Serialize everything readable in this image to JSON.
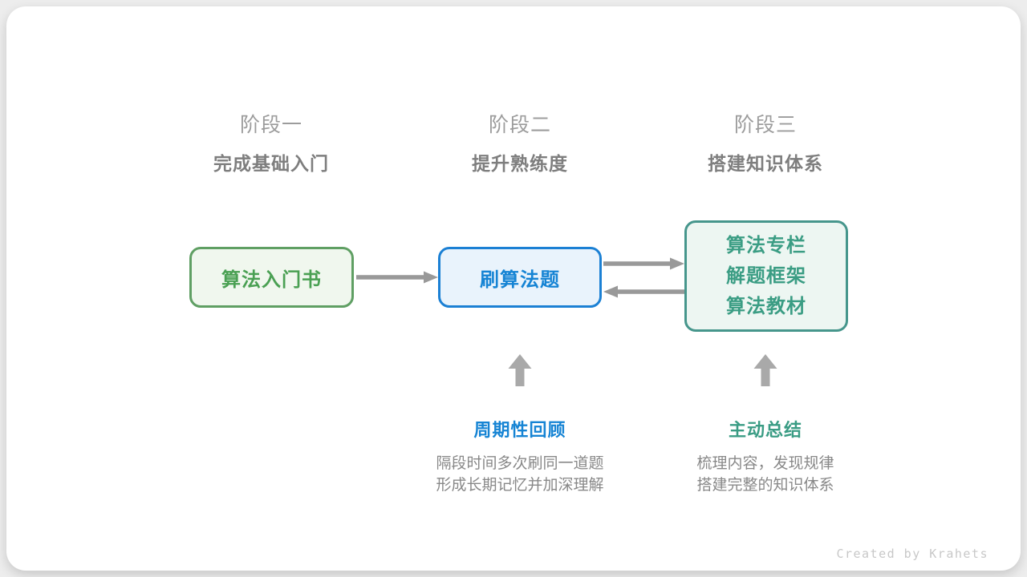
{
  "stages": [
    {
      "label": "阶段一",
      "subtitle": "完成基础入门"
    },
    {
      "label": "阶段二",
      "subtitle": "提升熟练度"
    },
    {
      "label": "阶段三",
      "subtitle": "搭建知识体系"
    }
  ],
  "boxes": [
    {
      "title": "算法入门书",
      "border_color": "#5f9f63",
      "bg_color": "#f0f7ee",
      "text_color": "#4aa053"
    },
    {
      "title": "刷算法题",
      "border_color": "#1b80d4",
      "bg_color": "#e9f3fc",
      "text_color": "#1684d4"
    },
    {
      "lines": [
        "算法专栏",
        "解题框架",
        "算法教材"
      ],
      "border_color": "#46968c",
      "bg_color": "#edf6f2",
      "text_color": "#3b9d84"
    }
  ],
  "arrows": {
    "color": "#999999",
    "up_arrow_color": "#a9a9a9",
    "box1_to_box2": "right",
    "box2_to_box3": "right",
    "box3_to_box2": "left"
  },
  "annotations": [
    {
      "title": "周期性回顾",
      "title_color": "#1684d4",
      "lines": [
        "隔段时间多次刷同一道题",
        "形成长期记忆并加深理解"
      ]
    },
    {
      "title": "主动总结",
      "title_color": "#3a9c84",
      "lines": [
        "梳理内容，发现规律",
        "搭建完整的知识体系"
      ]
    }
  ],
  "footer": {
    "credit": "Created by Krahets"
  }
}
